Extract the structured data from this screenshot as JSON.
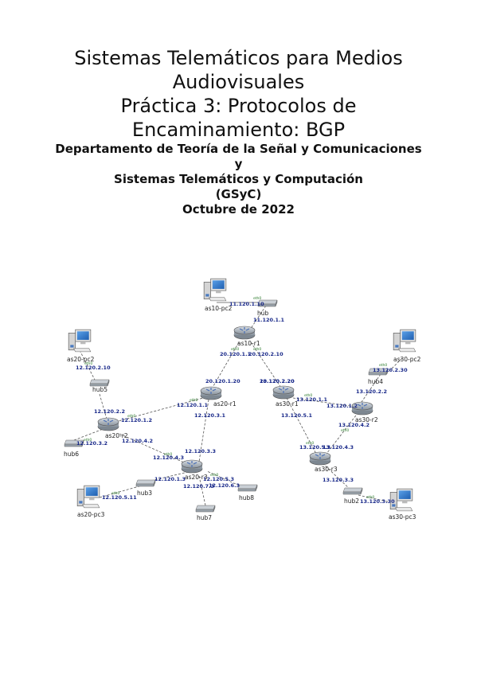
{
  "document": {
    "title_lines": [
      "Sistemas Telemáticos para Medios",
      "Audiovisuales",
      "Práctica 3: Protocolos de",
      "Encaminamiento: BGP"
    ],
    "subtitle_lines": [
      "Departamento de Teoría de la Señal y Comunicaciones",
      "y",
      "Sistemas Telemáticos y Computación",
      "(GSyC)",
      "Octubre de 2022"
    ]
  },
  "diagram": {
    "nodes": {
      "as10_pc2": "as10-pc2",
      "hub1": "hub",
      "as10_r1": "as10-r1",
      "as20_pc2": "as20-pc2",
      "hub5": "hub5",
      "as20_r1": "as20-r1",
      "as20_r2": "as20-r2",
      "hub6": "hub6",
      "as20_r3": "as20-r3",
      "hub3": "hub3",
      "hub7": "hub7",
      "hub8": "hub8",
      "as20_pc3": "as20-pc3",
      "as30_r1": "as30-r1",
      "as30_r2": "as30-r2",
      "hub4": "hub4",
      "as30_pc2": "as30-pc2",
      "as30_r3": "as30-r3",
      "hub2": "hub2",
      "as30_pc3": "as30-pc3"
    },
    "addresses": {
      "a1": "11.120.1.10",
      "a2": "11.120.1.1",
      "a3": "20.120.1.1",
      "a4": "20.120.2.10",
      "a5": "20.120.1.20",
      "a6": "20.120.2.20",
      "a7": "12.120.2.10",
      "a8": "12.120.2.2",
      "a9": "12.120.1.2",
      "a10": "12.120.1.1",
      "a11": "12.120.3.1",
      "a12": "12.120.3.2",
      "a13": "12.120.4.2",
      "a14": "12.120.4.3",
      "a15": "12.120.3.3",
      "a16": "12.120.1.3",
      "a17": "12.120.5.3",
      "a18": "12.120.6.3",
      "a19": "12.120.7.3",
      "a20": "12.120.5.11",
      "a21": "13.120.2.20",
      "a22": "13.120.1.1",
      "a23": "13.120.2.2",
      "a24": "13.120.1.2",
      "a25": "13.120.5.1",
      "a26": "13.120.4.2",
      "a27": "13.120.5.3",
      "a28": "13.120.4.3",
      "a29": "13.120.3.3",
      "a30": "13.120.3.30",
      "a31": "13.120.2.30"
    },
    "iface": "eth0"
  }
}
